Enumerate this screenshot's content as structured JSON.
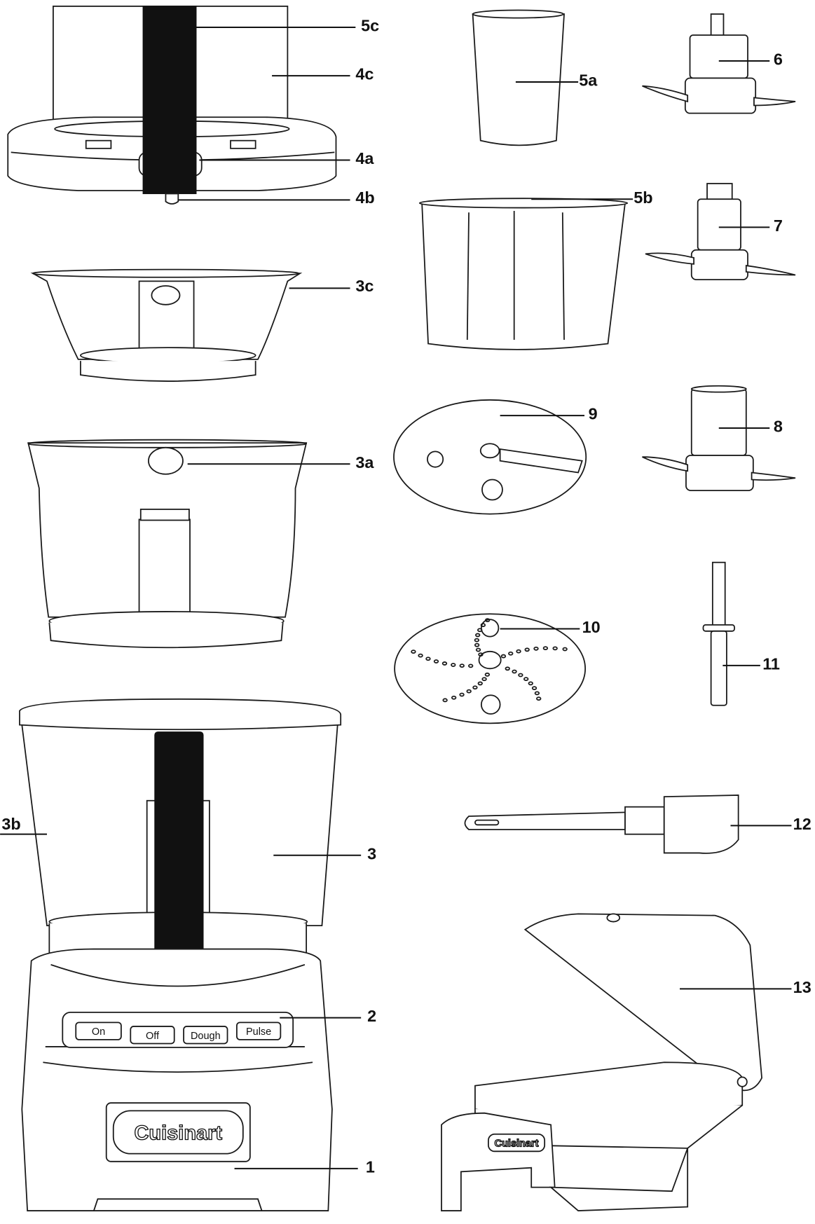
{
  "title": "Food processor parts diagram",
  "labels": {
    "l1": "1",
    "l2": "2",
    "l3": "3",
    "l3a": "3a",
    "l3b": "3b",
    "l3c": "3c",
    "l4a": "4a",
    "l4b": "4b",
    "l4c": "4c",
    "l5a": "5a",
    "l5b": "5b",
    "l5c": "5c",
    "l6": "6",
    "l7": "7",
    "l8": "8",
    "l9": "9",
    "l10": "10",
    "l11": "11",
    "l12": "12",
    "l13": "13"
  },
  "control_panel": {
    "buttons": [
      "On",
      "Off",
      "Dough",
      "Pulse"
    ]
  },
  "brand": {
    "base_logo": "Cuisinart",
    "case_logo": "Cuisinart"
  }
}
